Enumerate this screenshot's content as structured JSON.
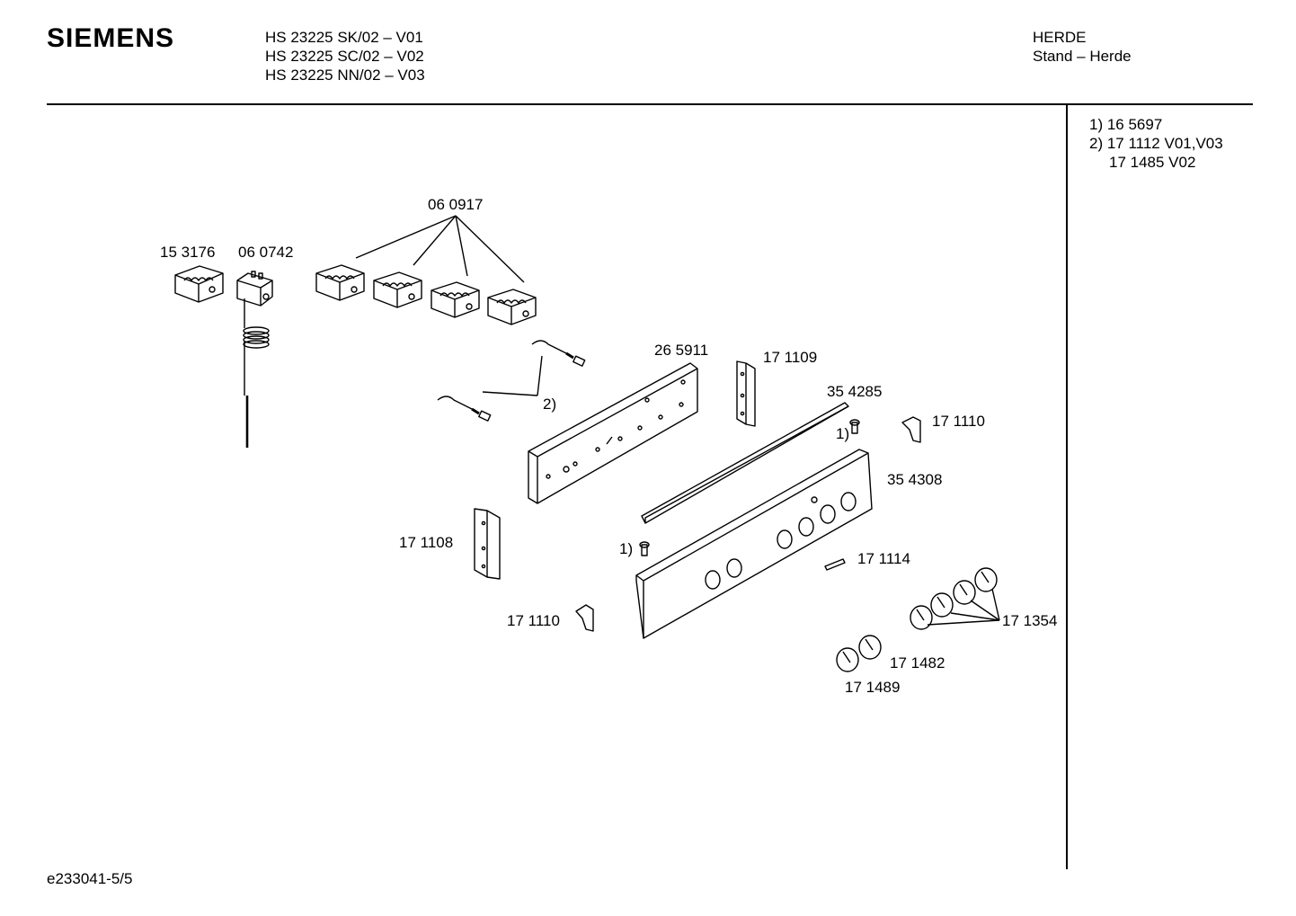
{
  "header": {
    "brand": "SIEMENS",
    "models": [
      "HS 23225 SK/02 – V01",
      "HS 23225 SC/02 – V02",
      "HS 23225 NN/02 – V03"
    ],
    "category": "HERDE",
    "subcategory": "Stand – Herde"
  },
  "notes": [
    "1) 16 5697",
    "2) 17 1112 V01,V03",
    "17 1485 V02"
  ],
  "labels": {
    "p060917": "06 0917",
    "p153176": "15 3176",
    "p060742": "06 0742",
    "p265911": "26 5911",
    "p171109": "17 1109",
    "p354285": "35 4285",
    "p171110a": "17 1110",
    "p354308": "35 4308",
    "ref2": "2)",
    "ref1a": "1)",
    "ref1b": "1)",
    "p171108": "17 1108",
    "p171114": "17 1114",
    "p171110b": "17 1110",
    "p171354": "17 1354",
    "p171482": "17 1482",
    "p171489": "17 1489"
  },
  "footer": "e233041-5/5"
}
